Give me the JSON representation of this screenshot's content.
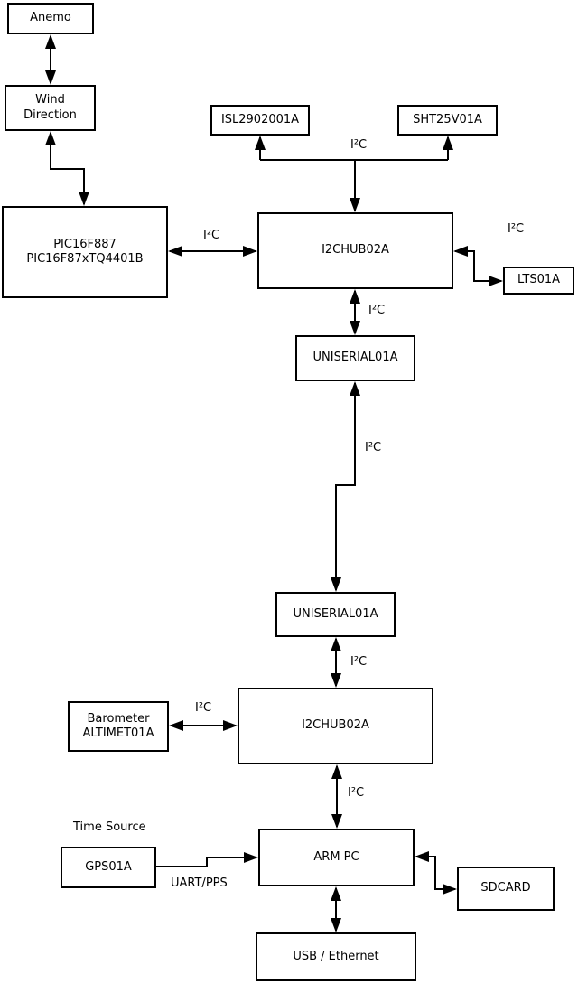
{
  "diagram": {
    "background": "#ffffff",
    "stroke_color": "#000000",
    "nodes": {
      "anemo": {
        "label": "Anemo"
      },
      "wind_direction": {
        "line1": "Wind",
        "line2": "Direction"
      },
      "pic": {
        "line1": "PIC16F887",
        "line2": "PIC16F87xTQ4401B"
      },
      "isl": {
        "label": "ISL2902001A"
      },
      "sht": {
        "label": "SHT25V01A"
      },
      "hub_top": {
        "label": "I2CHUB02A"
      },
      "lts": {
        "label": "LTS01A"
      },
      "uniserial_top": {
        "label": "UNISERIAL01A"
      },
      "uniserial_bottom": {
        "label": "UNISERIAL01A"
      },
      "barometer": {
        "line1": "Barometer",
        "line2": "ALTIMET01A"
      },
      "hub_bottom": {
        "label": "I2CHUB02A"
      },
      "gps": {
        "label": "GPS01A"
      },
      "arm_pc": {
        "label": "ARM PC"
      },
      "sdcard": {
        "label": "SDCARD"
      },
      "usb_ethernet": {
        "label": "USB / Ethernet"
      }
    },
    "edge_labels": {
      "i2c": "I²C",
      "time_source": "Time Source",
      "uart_pps": "UART/PPS"
    }
  }
}
